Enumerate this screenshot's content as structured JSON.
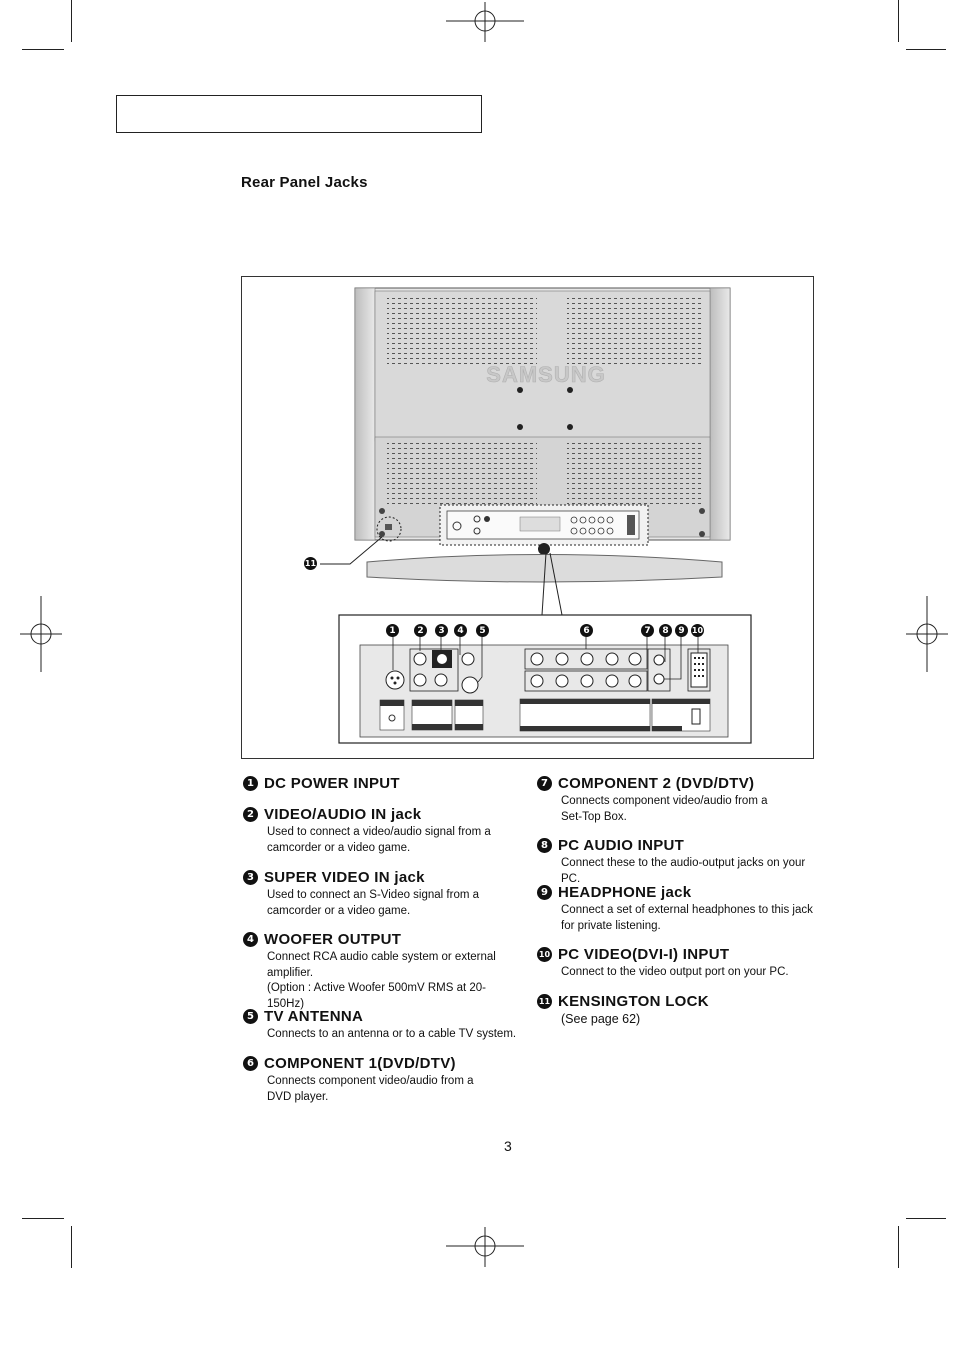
{
  "section_title": "Rear Panel Jacks",
  "page_number": "3",
  "diagram": {
    "brand": "SAMSUNG",
    "callout_numbers": [
      "1",
      "2",
      "3",
      "4",
      "5",
      "6",
      "7",
      "8",
      "9",
      "10",
      "11"
    ]
  },
  "items_left": [
    {
      "num": "1",
      "title": "DC POWER INPUT",
      "desc": ""
    },
    {
      "num": "2",
      "title": "VIDEO/AUDIO IN jack",
      "desc": "Used to connect a video/audio signal from a\ncamcorder or a video game."
    },
    {
      "num": "3",
      "title": "SUPER VIDEO IN jack",
      "desc": "Used to connect an S-Video signal from a\ncamcorder or a video game."
    },
    {
      "num": "4",
      "title": "WOOFER OUTPUT",
      "desc": "Connect RCA audio cable system or external\namplifier.\n(Option : Active Woofer 500mV RMS at 20-150Hz)"
    },
    {
      "num": "5",
      "title": "TV ANTENNA",
      "desc": "Connects to an antenna or to a cable TV system."
    },
    {
      "num": "6",
      "title": "COMPONENT 1(DVD/DTV)",
      "desc": "Connects component video/audio from a\nDVD   player."
    }
  ],
  "items_right": [
    {
      "num": "7",
      "title": "COMPONENT 2 (DVD/DTV)",
      "desc": "Connects component video/audio from a\nSet-Top Box."
    },
    {
      "num": "8",
      "title": "PC AUDIO INPUT",
      "desc": "Connect these to the audio-output jacks on your PC."
    },
    {
      "num": "9",
      "title": "HEADPHONE jack",
      "desc": "Connect a set of external headphones to this jack\nfor private listening."
    },
    {
      "num": "10",
      "title": "PC VIDEO(DVI-I) INPUT",
      "desc": "Connect to the video output port on your PC."
    },
    {
      "num": "11",
      "title": "KENSINGTON LOCK",
      "desc": "(See page 62)"
    }
  ]
}
